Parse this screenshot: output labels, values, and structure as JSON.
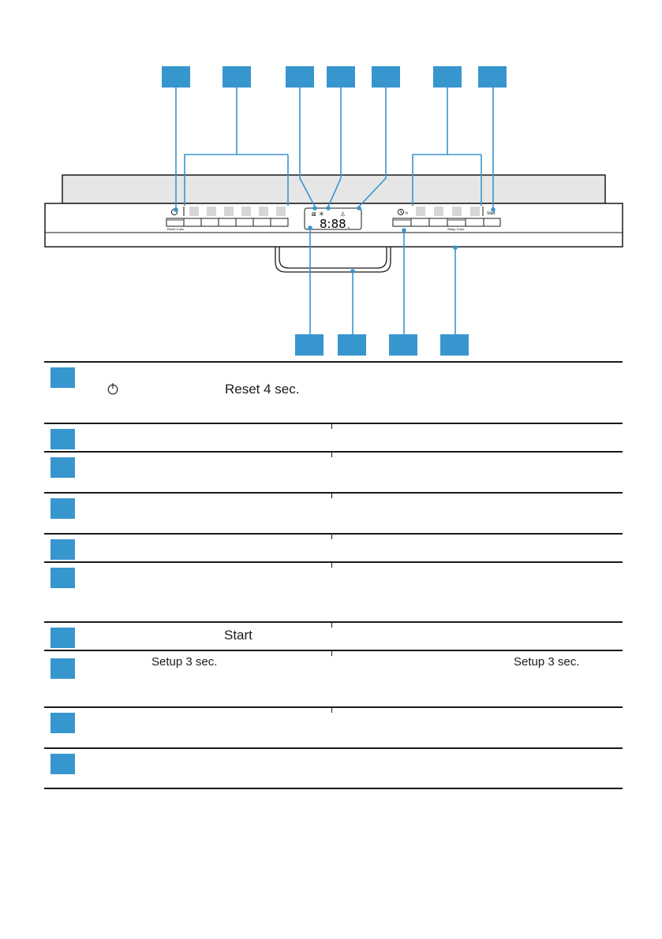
{
  "panel": {
    "reset_label": "Reset 4 sec.",
    "setup_label": "Setup 3 sec.",
    "start_label": "Start",
    "display_digits": "8:88",
    "display_unit": "h",
    "timer_unit": "h"
  },
  "legend": {
    "row1": {
      "power_icon": "power-icon",
      "reset_label": "Reset 4 sec."
    },
    "row7": {
      "start_label": "Start"
    },
    "row8": {
      "setup_label_left": "Setup 3 sec.",
      "setup_label_right": "Setup 3 sec."
    }
  },
  "colors": {
    "callout": "#3896cf",
    "line": "#3896cf",
    "panel_top": "#e6e6e6",
    "outline": "#1a1a1a"
  }
}
